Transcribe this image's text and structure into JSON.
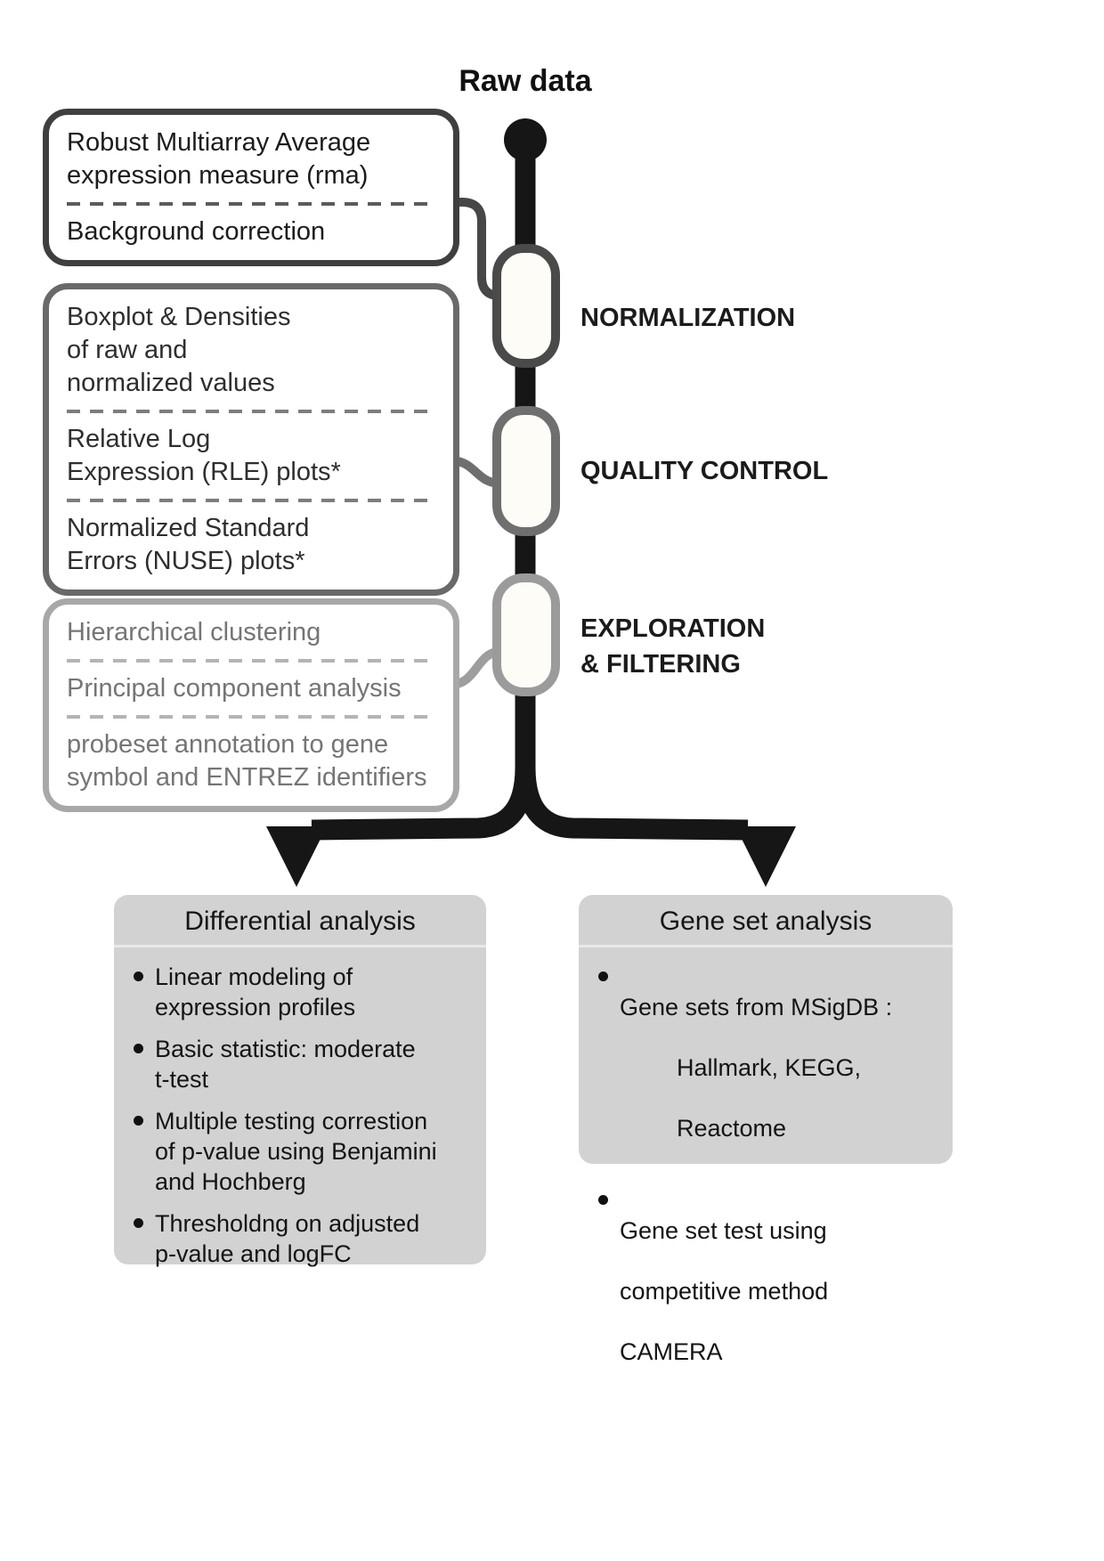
{
  "raw_data_label": "Raw data",
  "stages": {
    "normalization": {
      "label": "NORMALIZATION"
    },
    "quality_control": {
      "label": "QUALITY CONTROL"
    },
    "exploration": {
      "label": "EXPLORATION\n& FILTERING"
    }
  },
  "boxes": {
    "normalization_steps": {
      "sections": [
        "Robust Multiarray Average\nexpression measure (rma)",
        "Background correction"
      ]
    },
    "quality_control_steps": {
      "sections": [
        "Boxplot & Densities\nof raw and\nnormalized values",
        "Relative Log\nExpression (RLE) plots*",
        "Normalized Standard\nErrors (NUSE) plots*"
      ]
    },
    "exploration_steps": {
      "sections": [
        "Hierarchical clustering",
        "Principal component analysis",
        "probeset annotation to gene\nsymbol and ENTREZ identifiers"
      ]
    }
  },
  "differential_analysis": {
    "title": "Differential analysis",
    "bullets": [
      "Linear modeling of\nexpression profiles",
      "Basic statistic: moderate\nt-test",
      "Multiple testing correstion\nof p-value using Benjamini\nand Hochberg",
      "Thresholdng on adjusted\np-value and logFC"
    ]
  },
  "gene_set_analysis": {
    "title": "Gene set analysis",
    "bullets": [
      {
        "lines": [
          "Gene sets from MSigDB :",
          "Hallmark, KEGG,",
          "Reactome"
        ]
      },
      {
        "lines": [
          "Gene set test using",
          "competitive method",
          "CAMERA"
        ]
      }
    ]
  },
  "colors": {
    "trunk": "#161616",
    "node_border_normalization": "#4a4a4a",
    "node_border_quality": "#6f6f6f",
    "node_border_exploration": "#9b9b9b",
    "box_border_dark": "#3f3f3f",
    "box_border_medium": "#696969",
    "box_border_light": "#a8a8a8",
    "panel_fill": "#d2d2d2",
    "background": "#ffffff"
  }
}
